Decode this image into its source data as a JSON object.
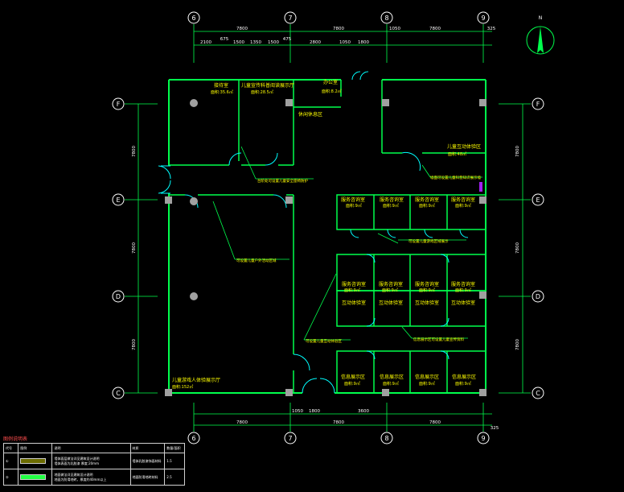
{
  "colors": {
    "background": "#000000",
    "wall": "#00ff4c",
    "column": "#a0a0a0",
    "label": "#ffff00",
    "axis": "#ffffff",
    "dimension": "#00ff4c",
    "door": "#00ffff",
    "purple": "#a020f0",
    "legend_swatch_1": "#6b6b00",
    "legend_swatch_2": "#22ff44"
  },
  "axes": {
    "top": [
      "6",
      "7",
      "8",
      "9"
    ],
    "bottom": [
      "6",
      "7",
      "8",
      "9"
    ],
    "left": [
      "F",
      "E",
      "D",
      "C"
    ],
    "right": [
      "F",
      "E",
      "D",
      "C"
    ]
  },
  "dims": {
    "top_overall": [
      "7800",
      "7800",
      "1050",
      "7800",
      "325"
    ],
    "top_detail": [
      "2100",
      "675",
      "1500",
      "1350",
      "1500",
      "475",
      "2800",
      "1050",
      "1800"
    ],
    "bottom_detail": [
      "1050",
      "1800",
      "3600"
    ],
    "bottom_overall": [
      "7800",
      "7800",
      "7800",
      "325"
    ],
    "left": [
      "7800",
      "7800",
      "7800"
    ],
    "right": [
      "7800",
      "7800",
      "7800"
    ]
  },
  "north_symbol": "N",
  "rooms": [
    {
      "name": "接待室",
      "area": "面积:35.6㎡"
    },
    {
      "name": "儿童宣传科普阅读展示厅",
      "area": "面积:28.5㎡"
    },
    {
      "name": "办公室",
      "area": "面积:8.2㎡"
    },
    {
      "name": "休闲休息区",
      "area": ""
    },
    {
      "name": "儿童互动体验区",
      "area": "面积:48㎡"
    },
    {
      "name": "服务咨询室",
      "area": "面积:9㎡"
    },
    {
      "name": "服务咨询室",
      "area": "面积:9㎡"
    },
    {
      "name": "服务咨询室",
      "area": "面积:9㎡"
    },
    {
      "name": "服务咨询室",
      "area": "面积:9㎡"
    },
    {
      "name": "服务咨询室",
      "area": "面积:9㎡"
    },
    {
      "name": "服务咨询室",
      "area": "面积:9㎡"
    },
    {
      "name": "服务咨询室",
      "area": "面积:9㎡"
    },
    {
      "name": "服务咨询室",
      "area": "面积:9㎡"
    },
    {
      "name": "互动体验室",
      "area": ""
    },
    {
      "name": "互动体验室",
      "area": ""
    },
    {
      "name": "互动体验室",
      "area": ""
    },
    {
      "name": "互动体验室",
      "area": ""
    },
    {
      "name": "信息展示区",
      "area": "面积:9㎡"
    },
    {
      "name": "信息展示区",
      "area": "面积:9㎡"
    },
    {
      "name": "信息展示区",
      "area": "面积:9㎡"
    },
    {
      "name": "信息展示区",
      "area": "面积:9㎡"
    },
    {
      "name": "儿童游戏人体验展示厅",
      "area": "面积:152㎡"
    }
  ],
  "annotations": [
    "台阶处可设置儿童安全座椅防护",
    "可设置儿童户外活动区域",
    "墙面可设置儿童科普知识展示墙",
    "可设置儿童游戏区域展示",
    "可设置儿童互动体验区",
    "信息展示区可设置儿童宣传资料"
  ],
  "legend": {
    "title": "图例说明表",
    "headers": [
      "代号",
      "图例",
      "说明",
      "材质",
      "数量/面积"
    ],
    "rows": [
      {
        "code": "①",
        "note_1": "墙体面层做法详见建筑设计说明",
        "note_2": "墙体表面为乳胶漆 厚度:20mm",
        "material": "墙体乳胶漆饰面材料",
        "qty": "1.5"
      },
      {
        "code": "②",
        "note_1": "地面做法详见建筑设计说明",
        "note_2": "地面为防滑地砖，厚度约40mm以上",
        "material": "地面防滑地砖材料",
        "qty": "2.5"
      }
    ]
  }
}
